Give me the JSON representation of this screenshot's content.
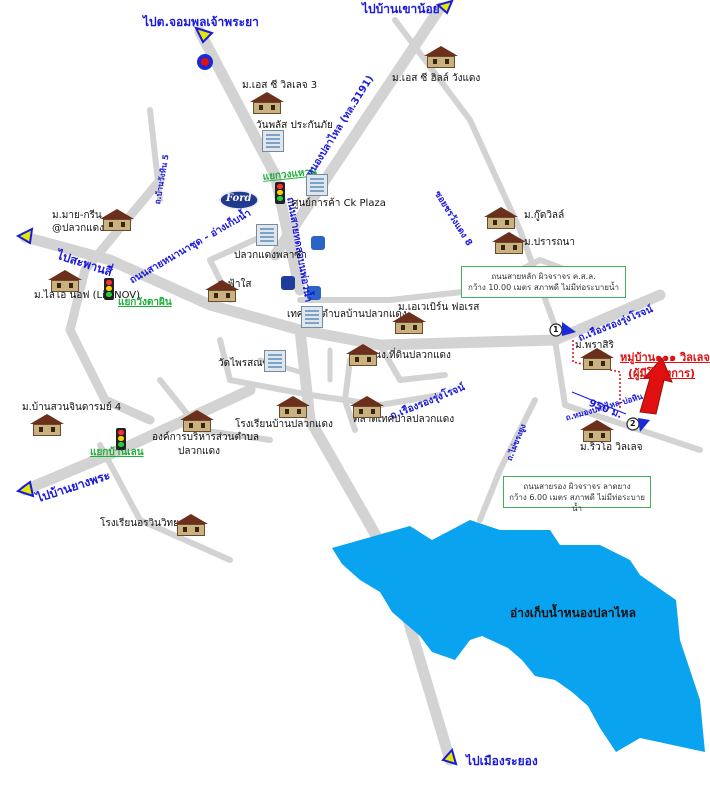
{
  "colors": {
    "road": "#d0d0d0",
    "lake": "#0aa3f0",
    "direction": "#1a1adc",
    "junction": "#1fae3a",
    "accent": "#e01010"
  },
  "directions": {
    "utapao": "ไปต.จอมพลเจ้าพระยา",
    "ban_khao_noi": "ไปบ้านเขาน้อย",
    "sapphan_si": "ไปสะพานสี่",
    "ban_yang_phra": "ไปบ้านยางพระ",
    "mueang_rayong": "ไปเมืองระยอง"
  },
  "junctions": {
    "ngam_lak": "แยกวงแหวน",
    "wang_tan": "แยกวังตาผิน",
    "ban_lang": "แยกบ้านเลน"
  },
  "roads": {
    "nong_pla_lai": "หนองปลาไหล (ทล.3191)",
    "sukhumvit_1": "ถนนสายหนานาชุด - อ่างเก็บน้ำ",
    "sukhumvit_2": "ถนนสายทดสอบนพ่อวน้ำ",
    "soi_5": "ถ.บ้านวังหิน 5",
    "soi_chit_8": "ซอยชรวังแดง 8",
    "rungroj_1": "ถ.เรืองรองรุ่งโรจน์",
    "rungroj_2": "ถ.เรืองรองรุ่งโรจน์",
    "rungroj_3": "ถ.หมองปลาไหล-บ่อหิน",
    "soi_yai": "ถ.ไผ่ขรงยูง"
  },
  "places": {
    "es_village_3": "ม.เอส ซี วิลเลจ 3",
    "es_hill": "ม.เอส ซี ฮิลล์ วังแดง",
    "wanphlus": "วันพลัส ประกันภัย",
    "ck_plaza": "ศูนย์การค้า Ck Plaza",
    "mai_green": "ม.มาย-กรีน",
    "mai_green_sub": "@ปลวกแดง",
    "pluak_daeng_plaza": "ปลวกแดงพลาซ่า",
    "good_will": "ม.กู๊ดวิลล์",
    "pratana": "ม.ปรารถนา",
    "leo_nov": "ม.ไลโอ นอฟ (Lio NOV)",
    "fa_sai": "ม.ฟ้าใส",
    "municipality": "เทศบาลตำบลบ้านปลวกแดง",
    "everest": "ม.เอเวเบิร์น ฟอเรส",
    "temple": "วัดไพรสณฑ์",
    "land_office": "สนง.ที่ดินปลวกแดง",
    "prasiri": "ม.พราสิริ",
    "school_1": "โรงเรียนบ้านปลวกแดง",
    "market": "ตลาดเทศบาลปลวกแดง",
    "ban_suan": "ม.บ้านสวนจินดารมย์ 4",
    "tao_1": "องค์การบริหารส่วนตำบล",
    "tao_2": "ปลวกแดง",
    "ricco": "ม.ริวโอ วิลเลจ",
    "school_2": "โรงเรียนอรวินวิทยา",
    "reservoir": "อ่างเก็บน้ำหนองปลาไหล"
  },
  "project": {
    "name": "หมู่บ้าน๑๑๑ วิลเลจ",
    "subtitle": "(ผู้มีโครงการ)",
    "distance": "950 ม."
  },
  "info_boxes": {
    "box_1_line_1": "ถนนสายหลัก ผิวจราจร ค.ส.ล.",
    "box_1_line_2": "กว้าง 10.00 เมตร สภาพดี ไม่มีท่อระบายน้ำ",
    "box_2_line_1": "ถนนสายรอง ผิวจราจร ลาดยาง",
    "box_2_line_2": "กว้าง 6.00 เมตร สภาพดี ไม่มีท่อระบายน้ำ"
  },
  "markers": {
    "m1": "1",
    "m2": "2"
  },
  "logos": {
    "ford": "Ford"
  }
}
